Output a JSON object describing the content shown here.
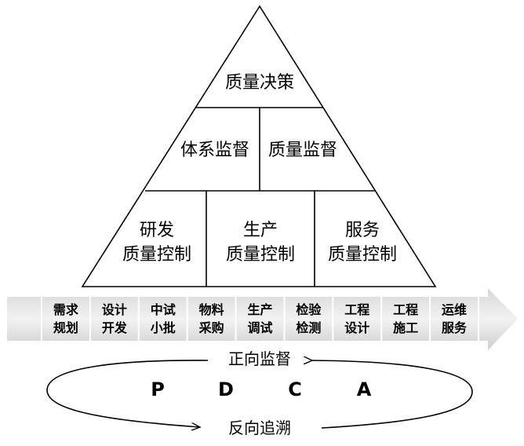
{
  "pyramid": {
    "top": "质量决策",
    "middle": [
      "体系监督",
      "质量监督"
    ],
    "bottom": [
      [
        "研发",
        "质量控制"
      ],
      [
        "生产",
        "质量控制"
      ],
      [
        "服务",
        "质量控制"
      ]
    ]
  },
  "process_arrow": {
    "stages": [
      [
        "需求",
        "规划"
      ],
      [
        "设计",
        "开发"
      ],
      [
        "中试",
        "小批"
      ],
      [
        "物料",
        "采购"
      ],
      [
        "生产",
        "调试"
      ],
      [
        "检验",
        "检测"
      ],
      [
        "工程",
        "设计"
      ],
      [
        "工程",
        "施工"
      ],
      [
        "运维",
        "服务"
      ]
    ]
  },
  "pdca": {
    "top_label": "正向监督",
    "bottom_label": "反向追溯",
    "letters": [
      "P",
      "D",
      "C",
      "A"
    ]
  },
  "colors": {
    "arrow_light": "#ebebeb",
    "arrow_mid": "#c8c8c8",
    "line": "#000000"
  }
}
